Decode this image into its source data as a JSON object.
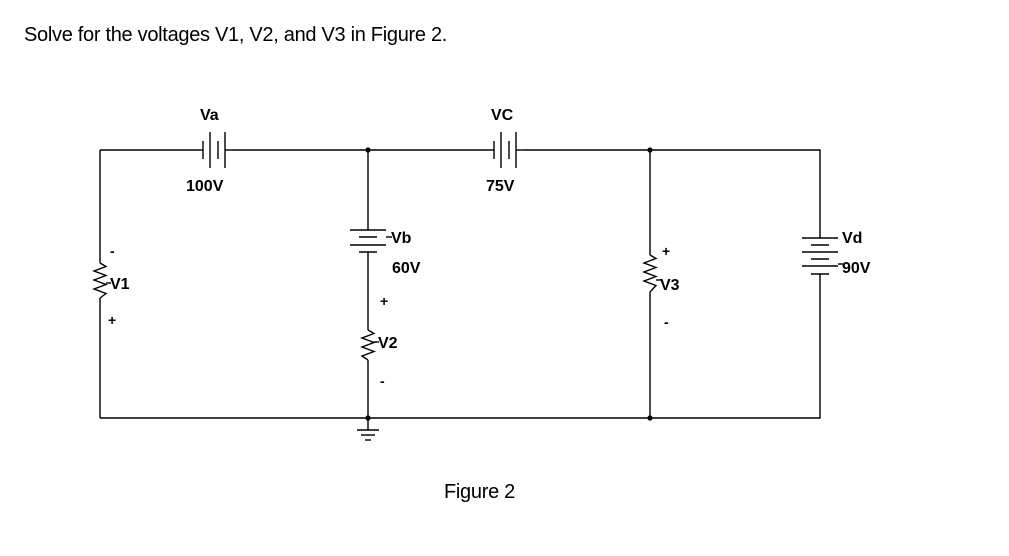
{
  "question": "Solve for the voltages V1, V2, and V3 in Figure 2.",
  "figure_caption": "Figure 2",
  "sources": {
    "va": {
      "name": "Va",
      "value": "100V"
    },
    "vb": {
      "name": "Vb",
      "value": "60V"
    },
    "vc": {
      "name": "VC",
      "value": "75V"
    },
    "vd": {
      "name": "Vd",
      "value": "90V"
    }
  },
  "resistors": {
    "v1": {
      "name": "V1",
      "top_sign": "-",
      "bottom_sign": "+"
    },
    "v2": {
      "name": "V2",
      "top_sign": "+",
      "bottom_sign": "-"
    },
    "v3": {
      "name": "V3",
      "top_sign": "+",
      "bottom_sign": "-"
    }
  }
}
